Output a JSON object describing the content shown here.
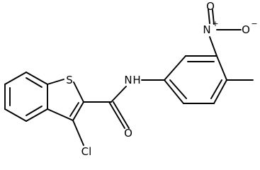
{
  "molecule": {
    "atoms": {
      "nitro_nitrogen": "N",
      "nitro_charge_plus": "+",
      "nitro_oxygen_single": "O",
      "nitro_charge_minus": "−",
      "nitro_oxygen_double": "O",
      "amide_nitrogen": "N",
      "amide_hydrogen": "H",
      "thiophene_sulfur": "S",
      "carbonyl_oxygen": "O",
      "chlorine": "Cl"
    }
  }
}
